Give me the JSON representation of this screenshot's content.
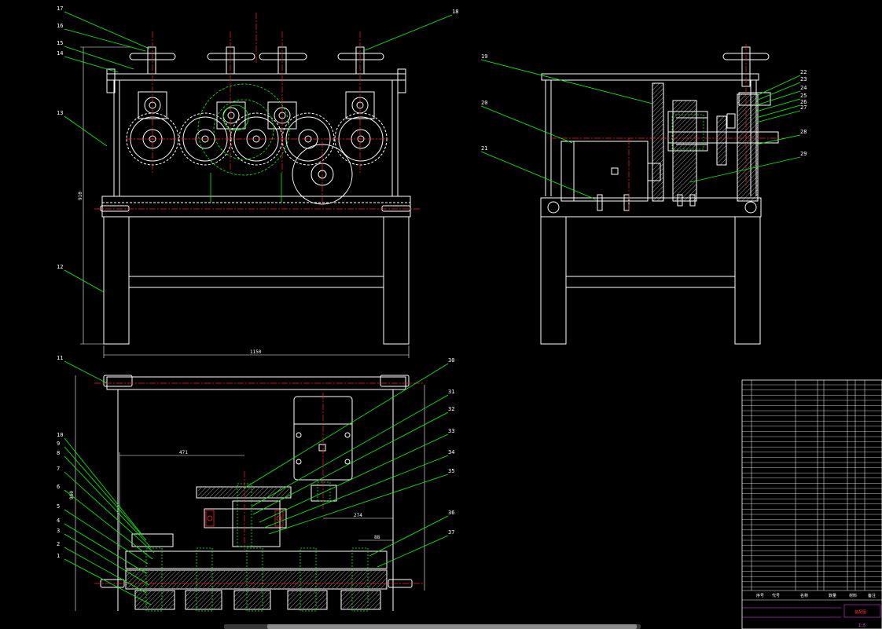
{
  "part_labels": [
    "1",
    "2",
    "3",
    "4",
    "5",
    "6",
    "7",
    "8",
    "9",
    "10",
    "11",
    "12",
    "13",
    "14",
    "15",
    "16",
    "17",
    "18",
    "19",
    "20",
    "21",
    "22",
    "23",
    "24",
    "25",
    "26",
    "27",
    "28",
    "29",
    "30",
    "31",
    "32",
    "33",
    "34",
    "35",
    "36",
    "37"
  ],
  "dimensions": {
    "front_width": "1150",
    "front_height": "910",
    "plan_depth": "960",
    "plan_a": "471",
    "plan_b": "274",
    "plan_c": "88"
  },
  "title_block": {
    "footer_left": [
      "序号",
      "代号",
      "名称"
    ],
    "footer_right": [
      "数量",
      "材料",
      "备注"
    ],
    "drawing_name": "装配图",
    "scale": "1:5"
  },
  "colors": {
    "background": "#000000",
    "lines": "#ffffff",
    "leaders": "#00ff00",
    "centerlines": "#ff2020",
    "magenta": "#ff44ff"
  }
}
